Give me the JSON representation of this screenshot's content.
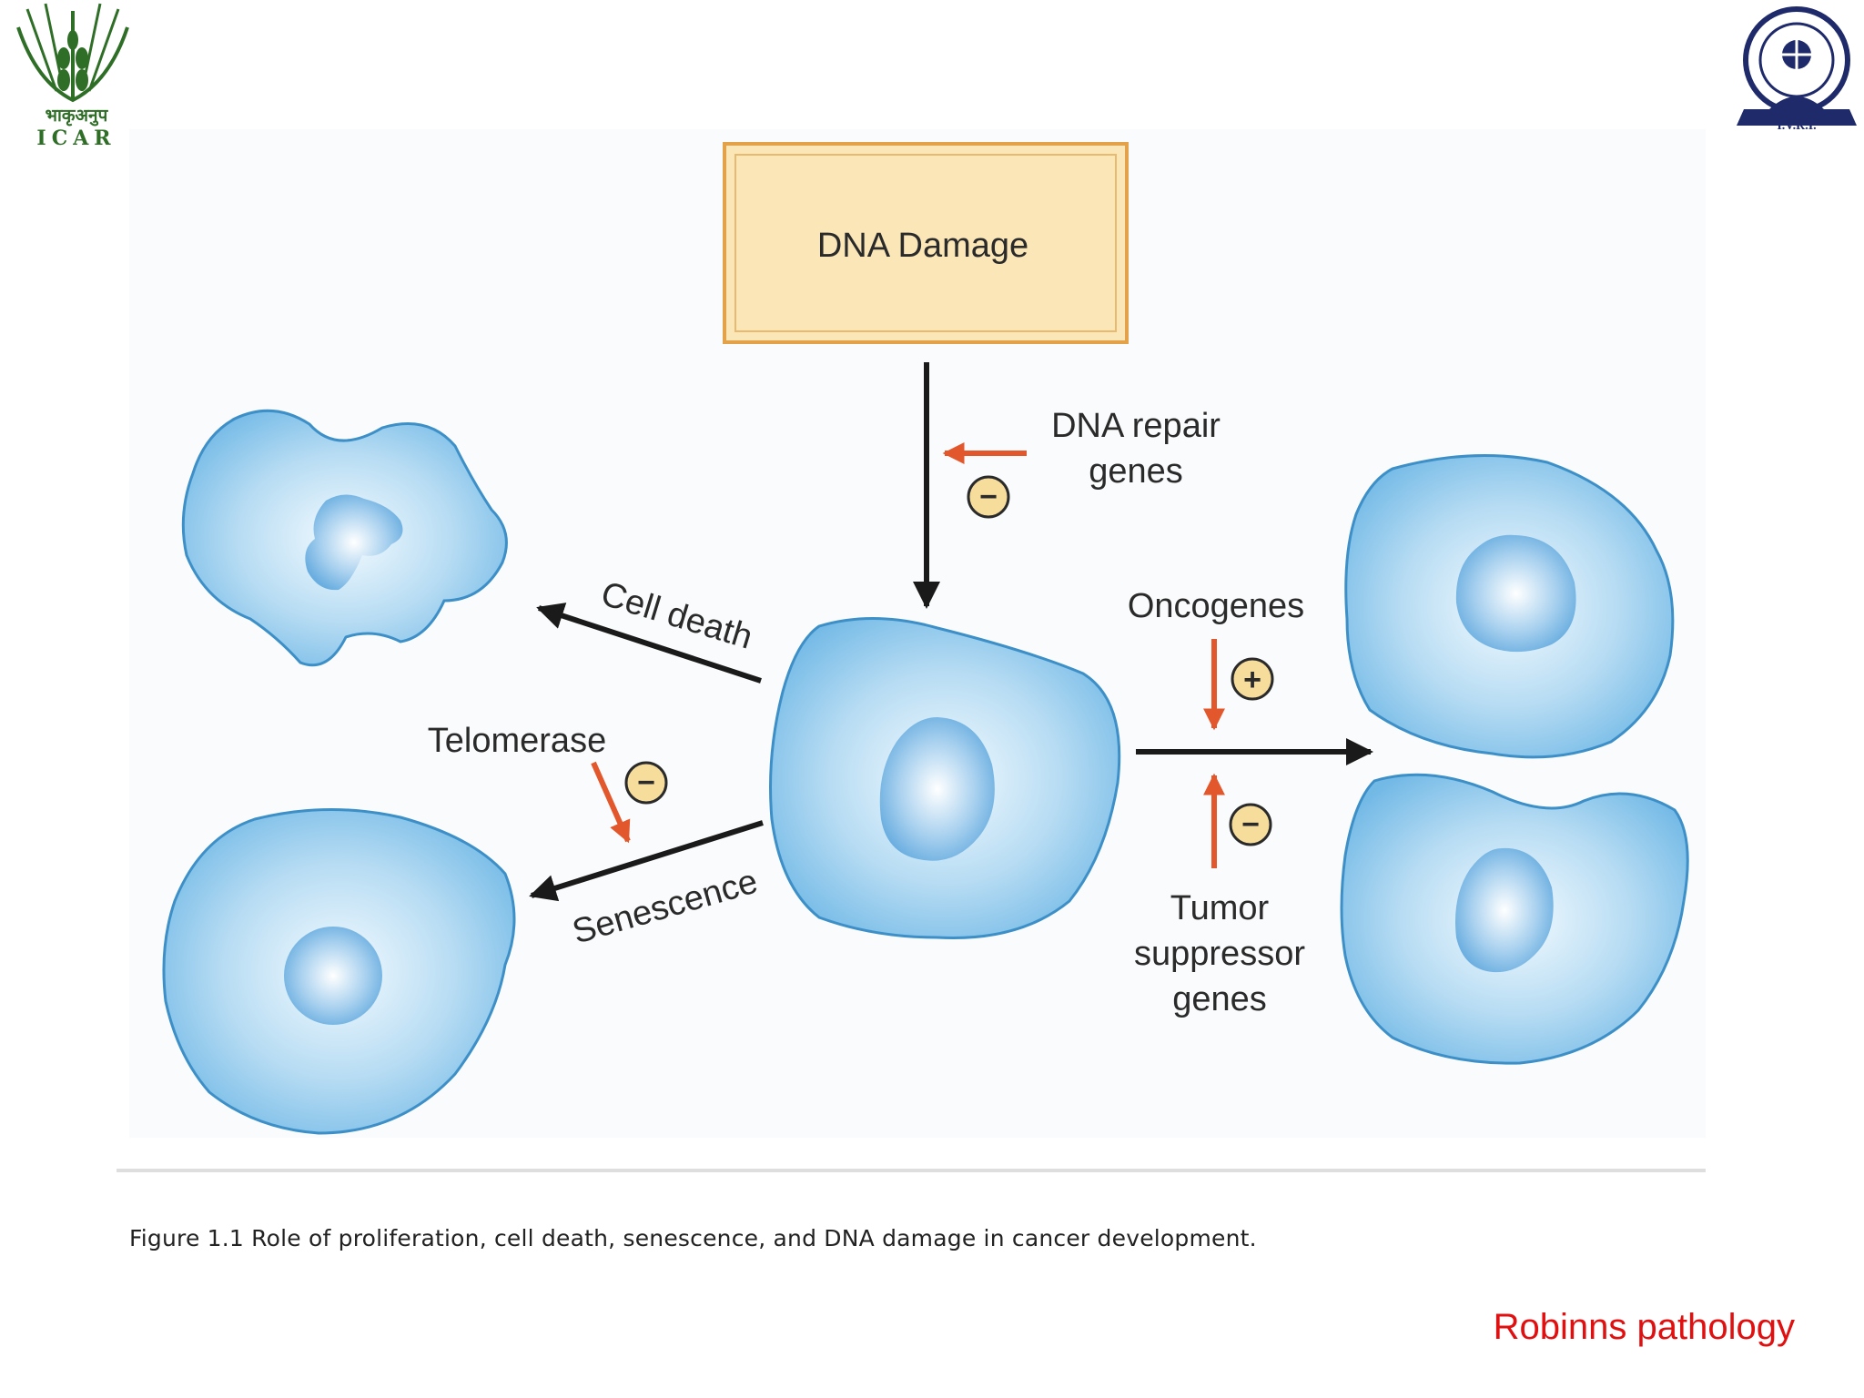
{
  "logos": {
    "left": {
      "icon": "icar-wheat-logo-icon",
      "text_hindi": "भाकृअनुप",
      "text_english": "ICAR",
      "color": "#2f6e26"
    },
    "right": {
      "icon": "ivri-emblem-icon",
      "text": "I.V.R.I.",
      "color": "#1f2a6b"
    }
  },
  "diagram": {
    "box": {
      "label": "DNA Damage",
      "fill": "#fbe6b8",
      "border": "#e3a24a"
    },
    "labels": {
      "dna_repair": [
        "DNA repair",
        "genes"
      ],
      "cell_death": "Cell death",
      "telomerase": "Telomerase",
      "senescence": "Senescence",
      "oncogenes": "Oncogenes",
      "tumor_suppressor": [
        "Tumor",
        "suppressor",
        "genes"
      ]
    },
    "signs": {
      "minus": "−",
      "plus": "+"
    },
    "colors": {
      "cell_fill_center": "#ffffff",
      "cell_fill_edge": "#7ec3ea",
      "cell_stroke": "#3d8fc7",
      "inhibit_arrow": "#e2572b",
      "main_arrow": "#1a1a1a",
      "sign_fill": "#f6dd9c"
    }
  },
  "caption": "Figure 1.1 Role of proliferation, cell death, senescence, and DNA damage in cancer development.",
  "credit": "Robinns pathology"
}
